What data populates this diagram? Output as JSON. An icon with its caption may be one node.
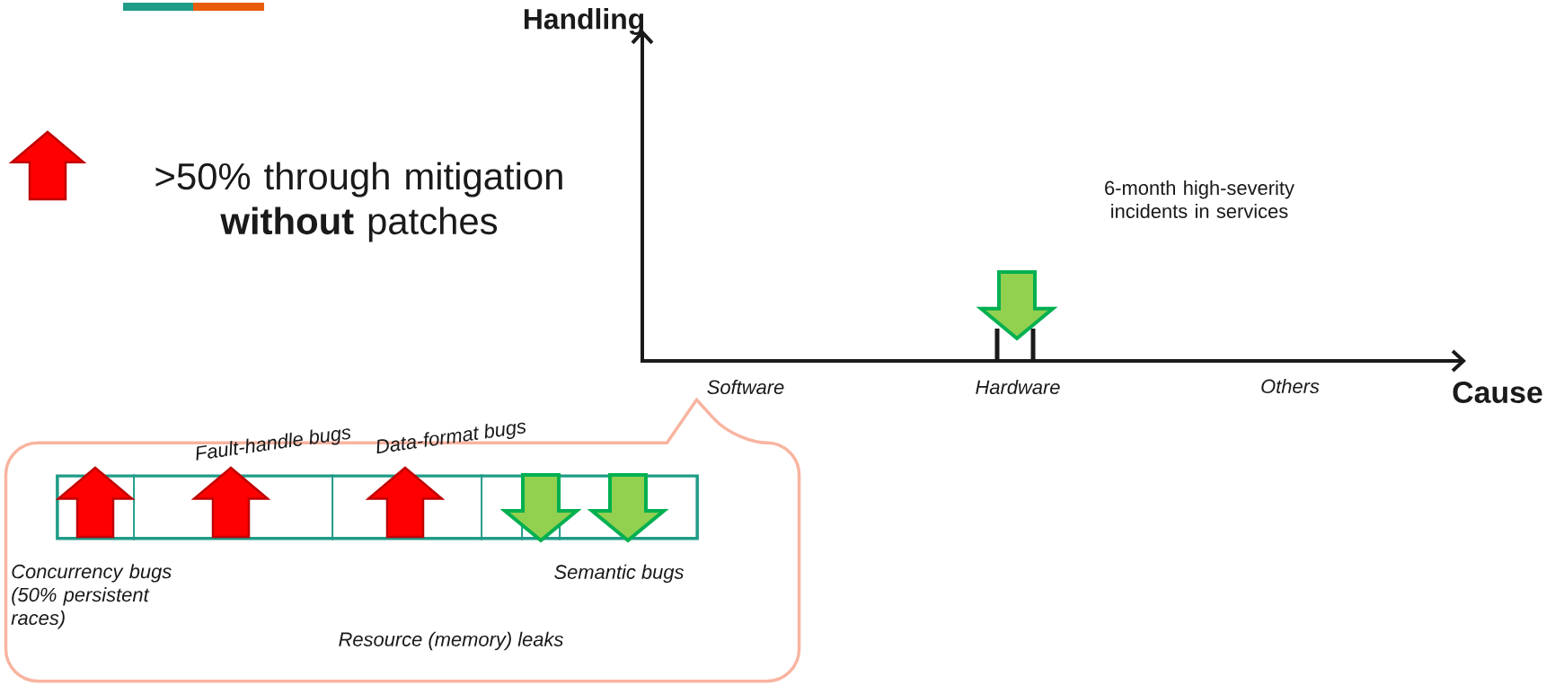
{
  "diagram": {
    "nodes": [
      {
        "text": [],
        "shape": "callout"
      },
      {
        "text": [],
        "shape": "bar",
        "in": 0
      }
    ],
    "labels": [
      "Handling",
      "6-month high-severity incidents in services",
      "Software",
      "Hardware",
      "Others",
      "Cause",
      "Fault-handle bugs",
      "Data-format bugs",
      "Concurrency bugs (50% persistent races)",
      "Semantic bugs",
      "Resource (memory) leaks"
    ],
    "legend": [
      {
        "text": ">50% through mitigation **without** patches"
      }
    ]
  }
}
